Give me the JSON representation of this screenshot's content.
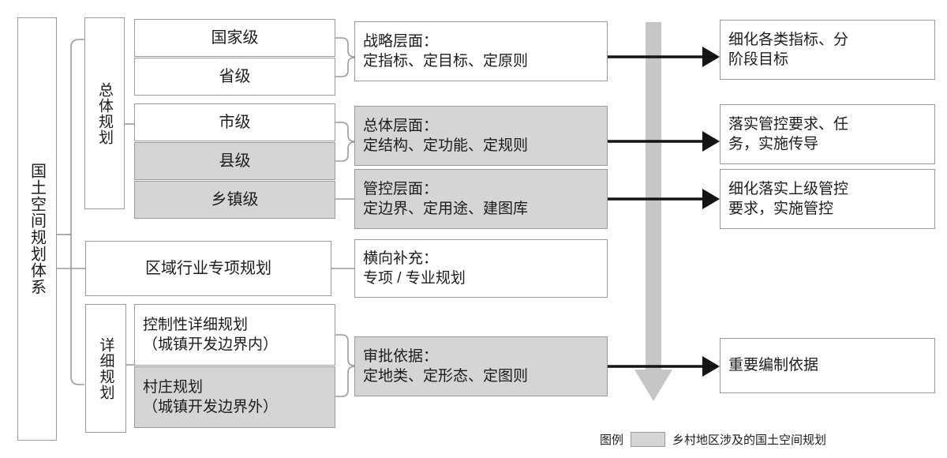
{
  "diagram": {
    "title_root": "国土空间规划体系",
    "colors": {
      "box_border": "#9a9a9a",
      "shaded_fill": "#d5d5d5",
      "arrow_black": "#141414",
      "arrow_grey": "#c6c6c6",
      "text": "#1c1c1c",
      "background": "#ffffff"
    }
  },
  "root": {
    "label": "国土空间规划体系"
  },
  "groups": [
    {
      "id": "overall",
      "label": "总体规划"
    },
    {
      "id": "detailed",
      "label": "详细规划"
    }
  ],
  "levels": [
    {
      "id": "national",
      "label": "国家级",
      "shaded": false
    },
    {
      "id": "provincial",
      "label": "省级",
      "shaded": false
    },
    {
      "id": "municipal",
      "label": "市级",
      "shaded": false
    },
    {
      "id": "county",
      "label": "县级",
      "shaded": true
    },
    {
      "id": "township",
      "label": "乡镇级",
      "shaded": true
    }
  ],
  "special": {
    "id": "regional-sector",
    "label": "区域行业专项规划",
    "shaded": false
  },
  "detailed_items": [
    {
      "id": "regulatory",
      "label": "控制性详细规划\n（城镇开发边界内）",
      "shaded": false
    },
    {
      "id": "village",
      "label": "村庄规划\n（城镇开发边界外）",
      "shaded": true
    }
  ],
  "aspects": [
    {
      "id": "strategic",
      "label": "战略层面：\n定指标、定目标、定原则",
      "shaded": false
    },
    {
      "id": "overall",
      "label": "总体层面：\n定结构、定功能、定规则",
      "shaded": true
    },
    {
      "id": "control",
      "label": "管控层面：\n定边界、定用途、建图库",
      "shaded": true
    },
    {
      "id": "horizontal",
      "label": "横向补充：\n专项 / 专业规划",
      "shaded": false
    },
    {
      "id": "approval",
      "label": "审批依据：\n定地类、定形态、定图则",
      "shaded": true
    }
  ],
  "outcomes": [
    {
      "id": "refine-indicators",
      "label": "细化各类指标、分\n阶段目标",
      "shaded": false
    },
    {
      "id": "implement-control",
      "label": "落实管控要求、任\n务，实施传导",
      "shaded": false
    },
    {
      "id": "refine-superior",
      "label": "细化落实上级管控\n要求，实施管控",
      "shaded": false
    },
    {
      "id": "key-basis",
      "label": "重要编制依据",
      "shaded": false
    }
  ],
  "legend": {
    "title": "图例",
    "swatch_label": "乡村地区涉及的国土空间规划"
  }
}
